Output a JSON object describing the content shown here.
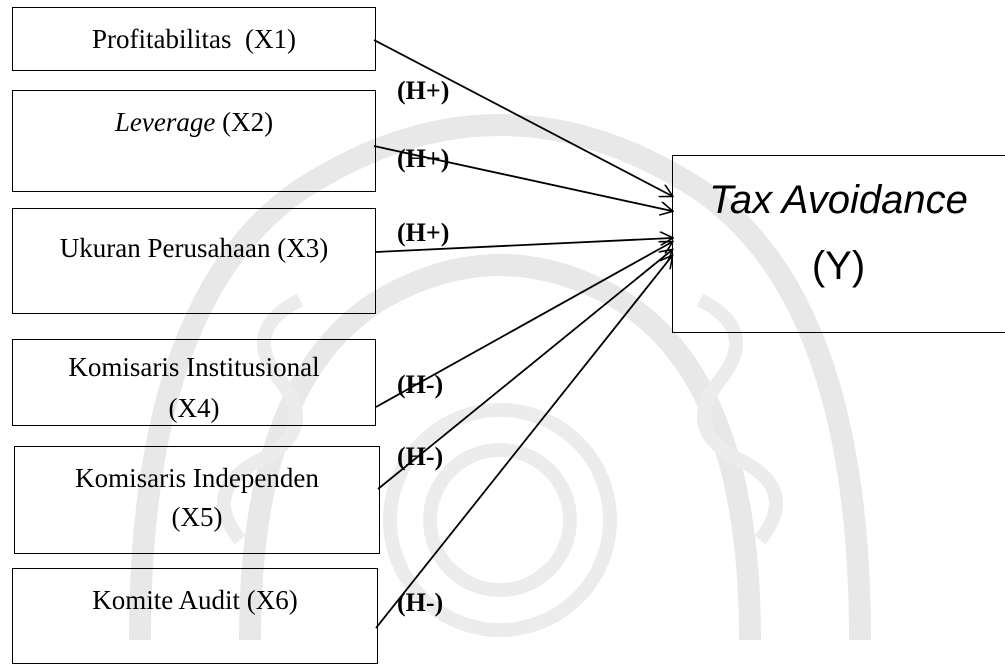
{
  "nodes": {
    "x1": "Profitabilitas  (X1)",
    "x2_italic": "Leverage",
    "x2_code": " (X2)",
    "x3": "Ukuran Perusahaan (X3)",
    "x4_line1": "Komisaris Institusional",
    "x4_line2": "(X4)",
    "x5_line1": "Komisaris Independen",
    "x5_line2": "(X5)",
    "x6": "Komite Audit (X6)",
    "y_line1": "Tax Avoidance",
    "y_line2": "(Y)"
  },
  "hypotheses": {
    "h1": "(H+)",
    "h2": "(H+)",
    "h3": "(H+)",
    "h4": "(H-)",
    "h5": "(H-)",
    "h6": "(H-)"
  },
  "colors": {
    "line": "#000000",
    "watermark": "#e6e6e6"
  }
}
